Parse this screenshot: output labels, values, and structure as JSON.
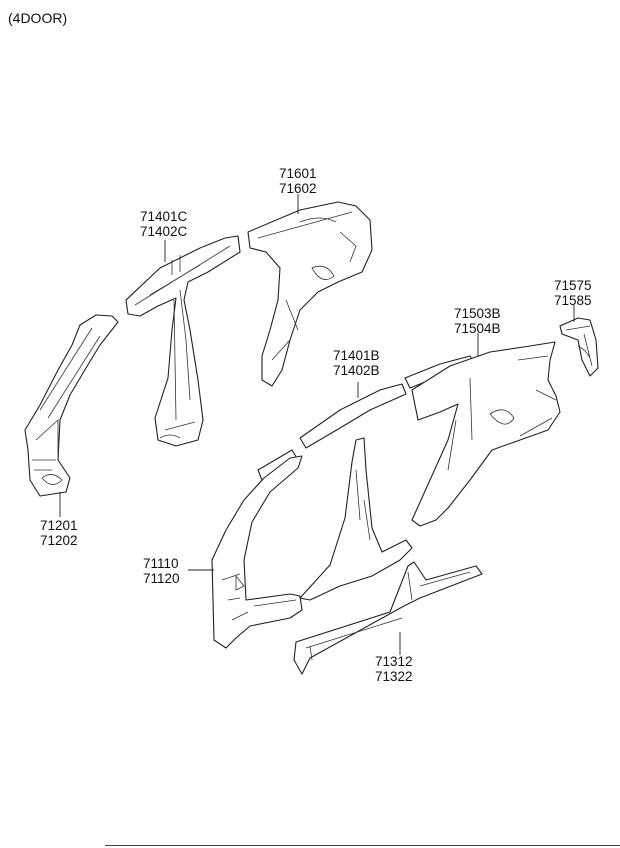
{
  "variant_label": "(4DOOR)",
  "callouts": [
    {
      "id": "pillar-a-inner",
      "lines": [
        "71201",
        "71202"
      ]
    },
    {
      "id": "pillar-b-inner",
      "lines": [
        "71401C",
        "71402C"
      ]
    },
    {
      "id": "quarter-inner",
      "lines": [
        "71601",
        "71602"
      ]
    },
    {
      "id": "bracket-rear",
      "lines": [
        "71575",
        "71585"
      ]
    },
    {
      "id": "quarter-outer",
      "lines": [
        "71503B",
        "71504B"
      ]
    },
    {
      "id": "roof-rail-outer",
      "lines": [
        "71401B",
        "71402B"
      ]
    },
    {
      "id": "side-outer-front",
      "lines": [
        "71110",
        "71120"
      ]
    },
    {
      "id": "sill-reinforcement",
      "lines": [
        "71312",
        "71322"
      ]
    }
  ]
}
